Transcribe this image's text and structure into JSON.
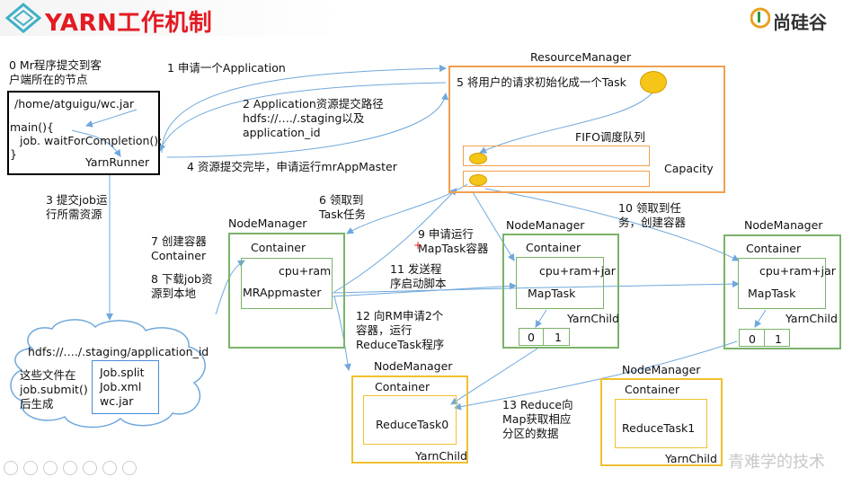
{
  "header": {
    "title": "YARN工作机制",
    "brand": "尚硅谷"
  },
  "client": {
    "step0": "0 Mr程序提交到客\n户端所在的节点",
    "path": "/home/atguigu/wc.jar",
    "code1": "main(){",
    "code2": "job. waitForCompletion();",
    "code3": "}",
    "runner": "YarnRunner"
  },
  "steps": {
    "s1": "1 申请一个Application",
    "s2": "2 Application资源提交路径\nhdfs://…./.staging以及\napplication_id",
    "s3": "3 提交job运\n行所需资源",
    "s4": "4 资源提交完毕，申请运行mrAppMaster",
    "s5": "5 将用户的请求初始化成一个Task",
    "s6": "6 领取到\nTask任务",
    "s7": "7 创建容器\nContainer",
    "s8": "8 下载job资\n源到本地",
    "s9": "9 申请运行\nMapTask容器",
    "s10": "10 领取到任\n务，创建容器",
    "s11": "11 发送程\n序启动脚本",
    "s12": "12 向RM申请2个\n容器，运行\nReduceTask程序",
    "s13": "13 Reduce向\nMap获取相应\n分区的数据"
  },
  "rm": {
    "title": "ResourceManager",
    "fifo": "FIFO调度队列",
    "capacity": "Capacity"
  },
  "hdfs": {
    "path": "hdfs://…./.staging/application_id",
    "note": "这些文件在\njob.submit()\n后生成",
    "files": "Job.split\nJob.xml\nwc.jar"
  },
  "nm1": {
    "title": "NodeManager",
    "container": "Container",
    "res": "cpu+ram",
    "app": "MRAppmaster"
  },
  "nm2": {
    "title": "NodeManager",
    "container": "Container",
    "res": "cpu+ram+jar",
    "task": "MapTask",
    "child": "YarnChild",
    "p0": "0",
    "p1": "1"
  },
  "nm3": {
    "title": "NodeManager",
    "container": "Container",
    "res": "cpu+ram+jar",
    "task": "MapTask",
    "child": "YarnChild",
    "p0": "0",
    "p1": "1"
  },
  "nm4": {
    "title": "NodeManager",
    "container": "Container",
    "task": "ReduceTask0",
    "child": "YarnChild"
  },
  "nm5": {
    "title": "NodeManager",
    "container": "Container",
    "task": "ReduceTask1",
    "child": "YarnChild"
  },
  "watermark": "青难学的技术",
  "colors": {
    "title": "#e31b23",
    "rm_border": "#f0a050",
    "nm_border": "#7ab36a",
    "reduce_border": "#f0c030",
    "client_border": "#000000",
    "hdfs_border": "#4a8ad4",
    "arrow": "#6fa8dc"
  }
}
